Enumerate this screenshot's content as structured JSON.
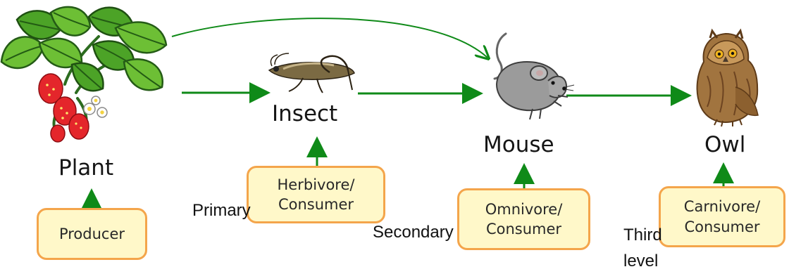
{
  "organisms": {
    "plant": "Plant",
    "insect": "Insect",
    "mouse": "Mouse",
    "owl": "Owl"
  },
  "roles": {
    "producer": "Producer",
    "herbivore": "Herbivore/\nConsumer",
    "omnivore": "Omnivore/\nConsumer",
    "carnivore": "Carnivore/\nConsumer"
  },
  "levels": {
    "primary": "Primary",
    "secondary": "Secondary",
    "third": "Third\nlevel"
  },
  "colors": {
    "arrow": "#0f8a18",
    "box_border": "#f4a54b",
    "box_fill": "#fff8c9"
  },
  "icons": {
    "plant": "strawberry-plant-icon",
    "insect": "grasshopper-icon",
    "mouse": "mouse-icon",
    "owl": "owl-icon"
  }
}
